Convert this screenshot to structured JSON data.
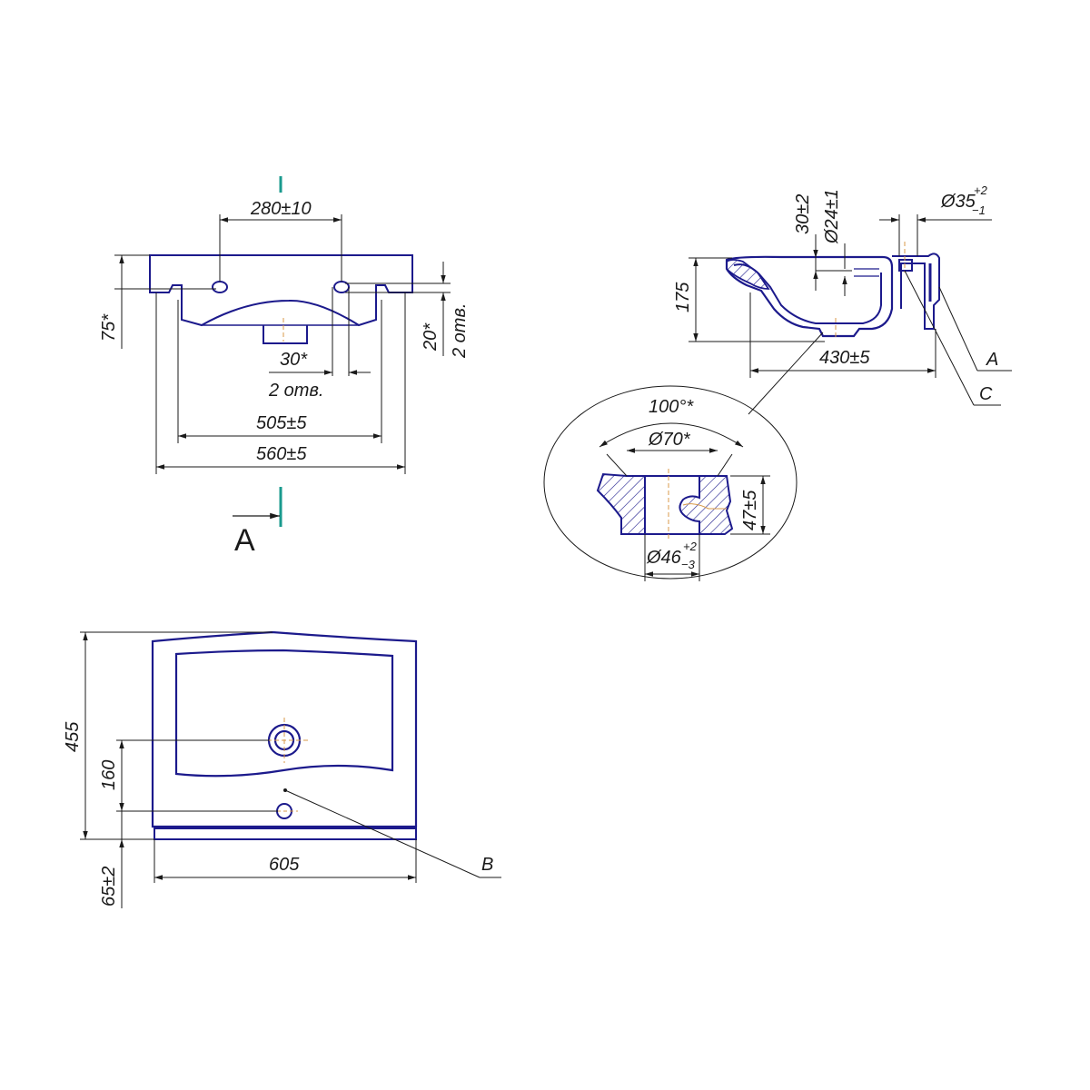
{
  "colors": {
    "outline": "#1c1a8c",
    "dim_line": "#1a1a1a",
    "center_line": "#d89a4a",
    "section_marker": "#1a9a8e",
    "hatch": "#1c1a8c"
  },
  "front_view": {
    "width_top": "280±10",
    "height_left": "75*",
    "depth_right": "20*",
    "holes_right": "2 отв.",
    "hole_width": "30*",
    "holes_bottom": "2 отв.",
    "width_inner": "505±5",
    "width_overall": "560±5",
    "section_letter": "A"
  },
  "plan_view": {
    "depth_overall": "455",
    "hole_offset": "160",
    "front_offset": "65±2",
    "width_overall": "605",
    "callout_b": "B"
  },
  "section_view": {
    "height": "175",
    "overflow_offset": "30±2",
    "overflow_diameter": "Ø24±1",
    "tap_diameter": "Ø35",
    "tap_tol_upper": "+2",
    "tap_tol_lower": "−1",
    "depth": "430±5",
    "callout_a": "A",
    "callout_c": "C"
  },
  "detail_view": {
    "angle": "100°*",
    "top_diameter": "Ø70*",
    "height": "47±5",
    "drain_diameter": "Ø46",
    "drain_tol_upper": "+2",
    "drain_tol_lower": "−3"
  }
}
